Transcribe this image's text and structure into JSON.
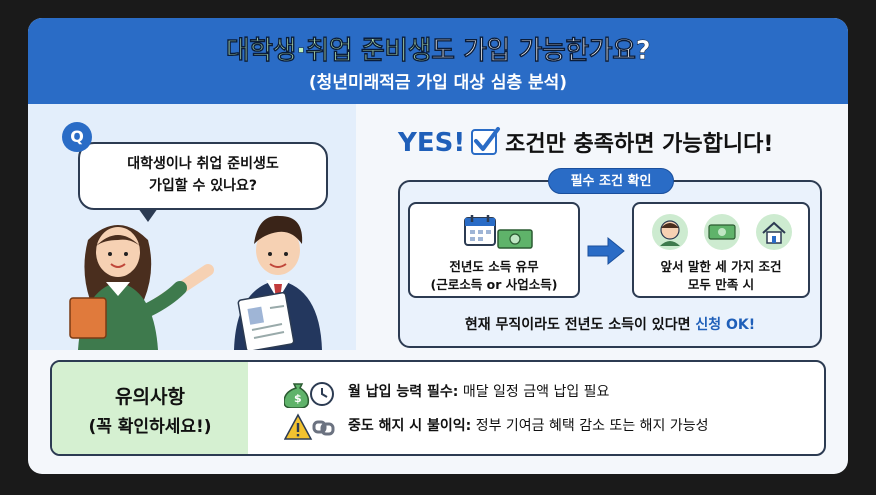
{
  "header": {
    "title_highlight": "대학생·취업 준비생",
    "title_rest": "도 가입 가능한가요?",
    "subtitle": "(청년미래적금 가입 대상 심층 분석)"
  },
  "question": {
    "badge": "Q",
    "line1": "대학생이나 취업 준비생도",
    "line2": "가입할 수 있나요?"
  },
  "answer": {
    "yes": "YES!",
    "text": "조건만 충족하면 가능합니다!"
  },
  "conditions": {
    "tab": "필수 조건 확인",
    "box1_line1": "전년도 소득 유무",
    "box1_line2": "(근로소득 or 사업소득)",
    "box2_line1": "앞서 말한 세 가지 조건",
    "box2_line2": "모두 만족 시",
    "footer_pre": "현재 무직이라도 전년도 소득이 있다면 ",
    "footer_em": "신청 OK!"
  },
  "notes": {
    "head_line1": "유의사항",
    "head_line2": "(꼭 확인하세요!)",
    "item1_bold": "월 납입 능력 필수:",
    "item1_text": " 매달 일정 금액 납입 필요",
    "item2_bold": "중도 해지 시 불이익:",
    "item2_text": " 정부 기여금 혜택 감소 또는 해지 가능성"
  },
  "colors": {
    "header_blue": "#2a6cc6",
    "highlight_green": "#bff0b8",
    "notes_green": "#d5f0d1",
    "accent_blue": "#1f5fb9"
  },
  "icons": [
    "calendar-icon",
    "money-icon",
    "arrow-right-icon",
    "person-icon",
    "cash-icon",
    "house-icon",
    "money-bag-clock-icon",
    "warning-chain-icon",
    "checkmark-icon"
  ]
}
